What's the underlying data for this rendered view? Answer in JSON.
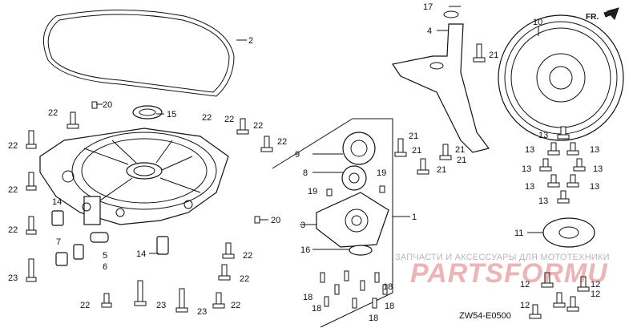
{
  "diagram": {
    "direction_label": "FR.",
    "diagram_code": "ZW54-E0500",
    "watermark_text": "ЗАПЧАСТИ И АКСЕССУАРЫ ДЛЯ МОТОТЕХНИКИ",
    "watermark_logo": "PARTSFORMU",
    "callouts": {
      "c1": "1",
      "c2": "2",
      "c3": "3",
      "c4": "4",
      "c5": "5",
      "c6": "6",
      "c7": "7",
      "c8": "8",
      "c9": "9",
      "c10": "10",
      "c11": "11",
      "c12a": "12",
      "c12b": "12",
      "c12c": "12",
      "c12d": "12",
      "c13a": "13",
      "c13b": "13",
      "c13c": "13",
      "c13d": "13",
      "c13e": "13",
      "c13f": "13",
      "c13g": "13",
      "c13h": "13",
      "c14a": "14",
      "c14b": "14",
      "c15": "15",
      "c16": "16",
      "c17": "17",
      "c18a": "18",
      "c18b": "18",
      "c18c": "18",
      "c18d": "18",
      "c18e": "18",
      "c19a": "19",
      "c19b": "19",
      "c20a": "20",
      "c20b": "20",
      "c21a": "21",
      "c21b": "21",
      "c21c": "21",
      "c21d": "21",
      "c21e": "21",
      "c21f": "21",
      "c22a": "22",
      "c22b": "22",
      "c22c": "22",
      "c22d": "22",
      "c22e": "22",
      "c22f": "22",
      "c22g": "22",
      "c22h": "22",
      "c22i": "22",
      "c22j": "22",
      "c22k": "22",
      "c22l": "22",
      "c23a": "23",
      "c23b": "23",
      "c23c": "23"
    }
  }
}
